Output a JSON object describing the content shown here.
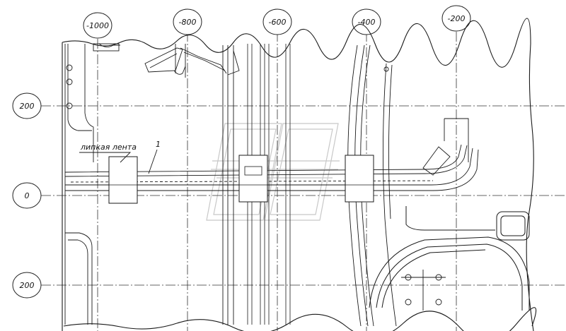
{
  "drawing": {
    "x_grid_labels": [
      "-1000",
      "-800",
      "-600",
      "-400",
      "-200"
    ],
    "y_grid_labels": [
      "200",
      "0",
      "200"
    ],
    "callout_number": "1",
    "note_text": "липкая лента",
    "ink_color": "#1a1a1a",
    "grid_color": "#333333",
    "watermark_color": "#c8c8c8"
  }
}
